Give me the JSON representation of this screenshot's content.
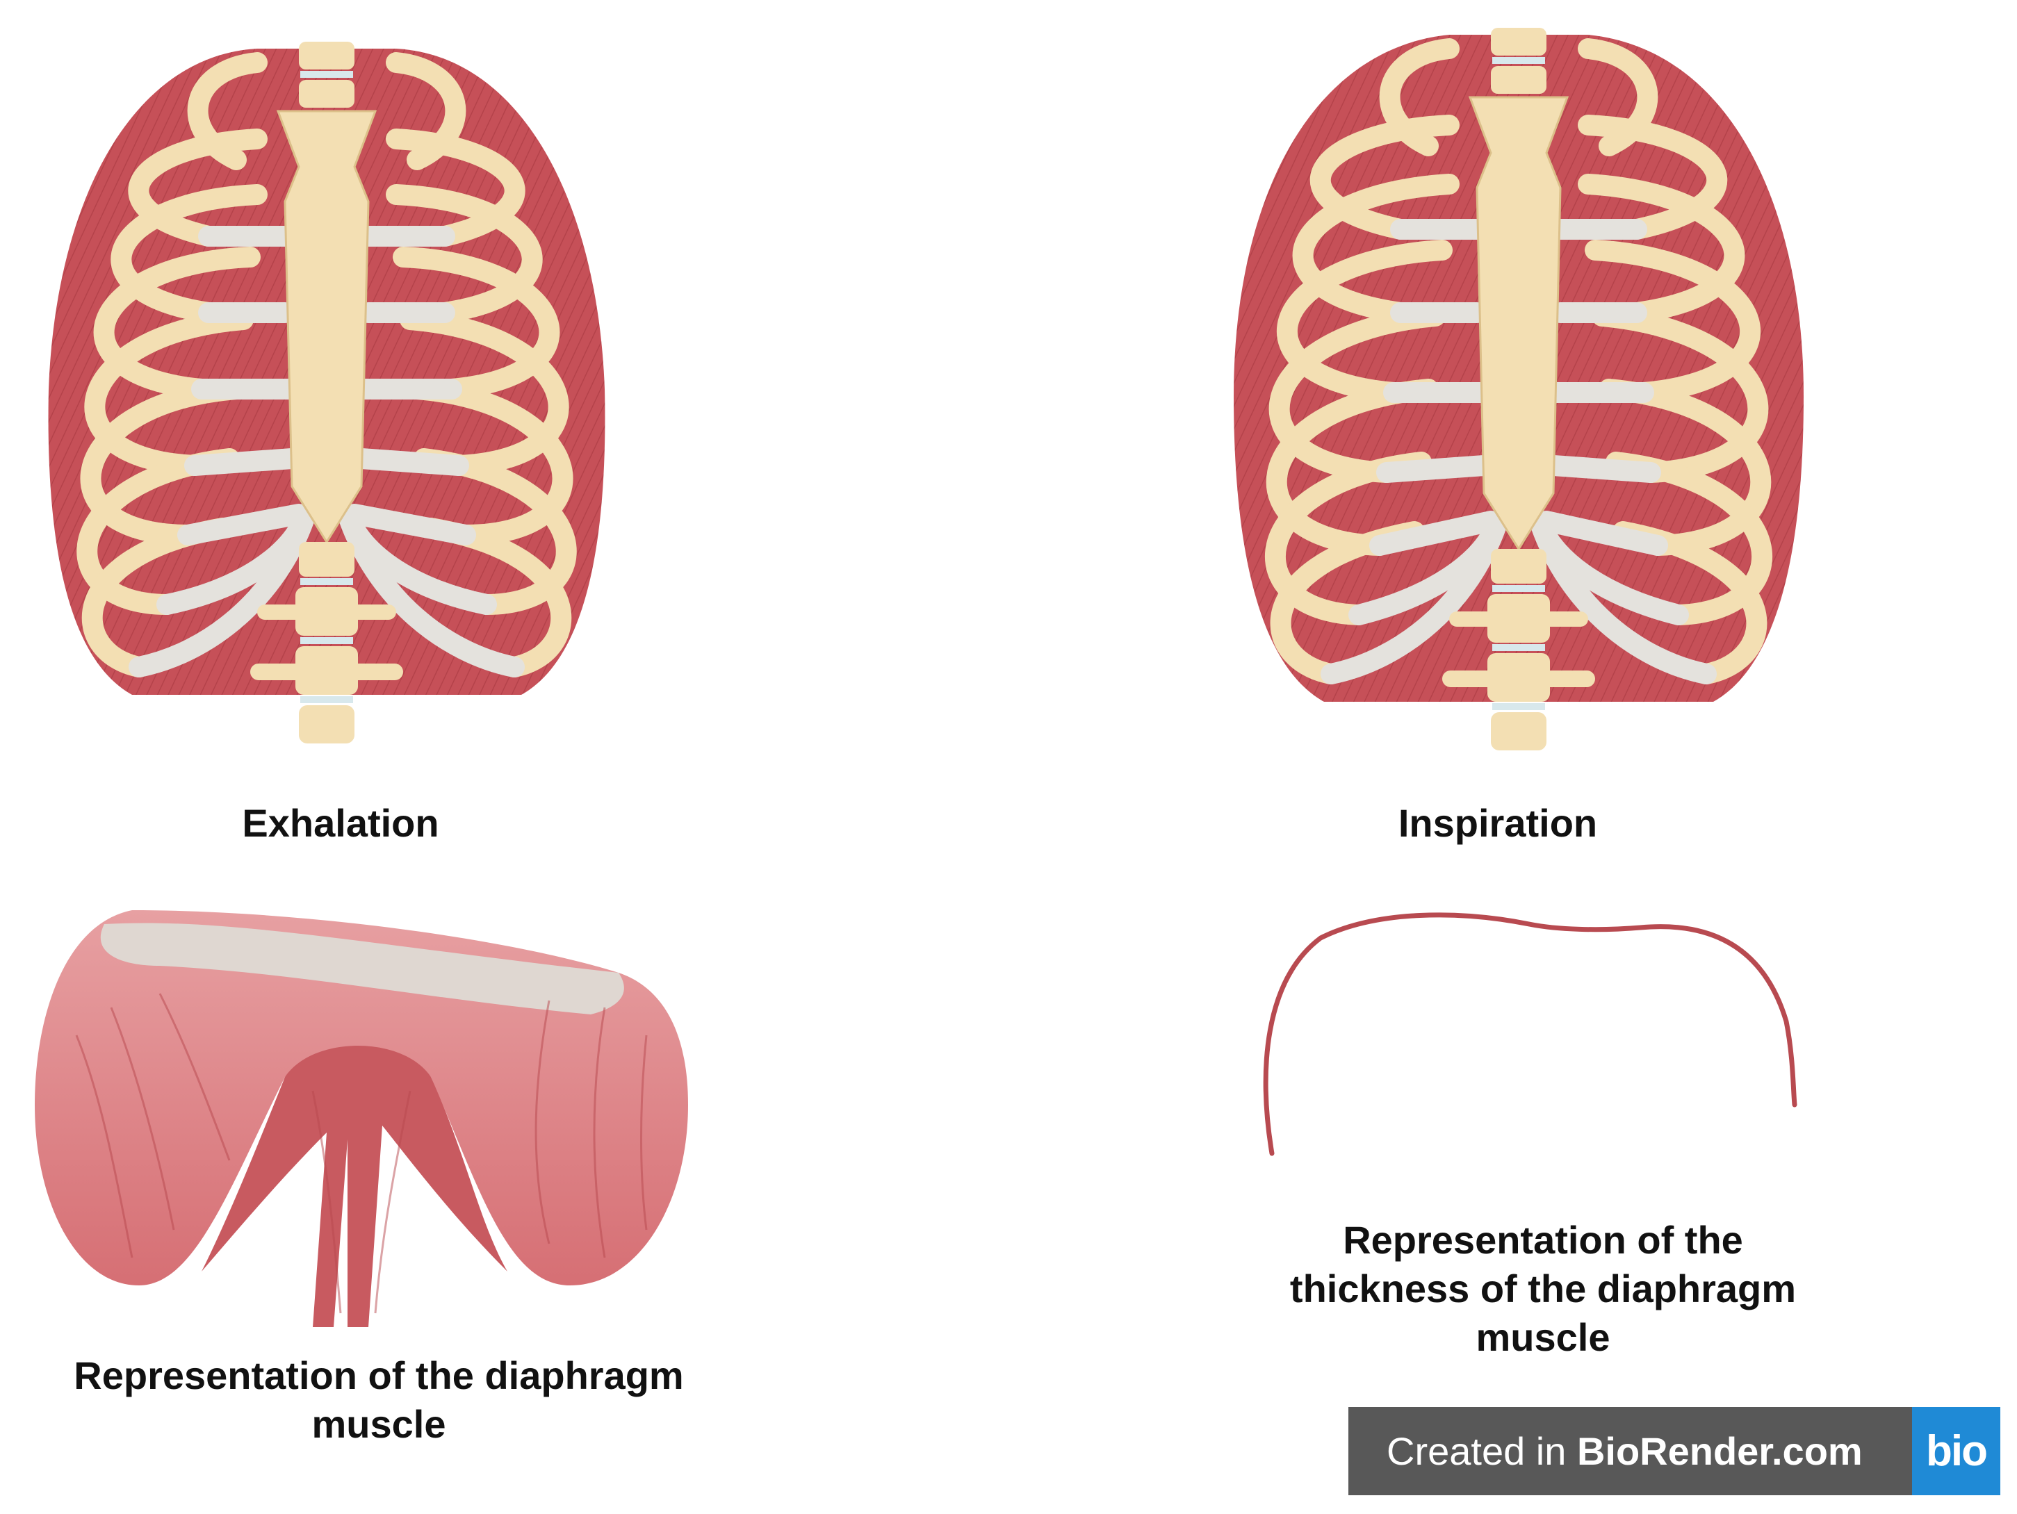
{
  "panels": {
    "exhalation": {
      "label": "Exhalation"
    },
    "inspiration": {
      "label": "Inspiration"
    },
    "diaphragm": {
      "label_line1": "Representation of the diaphragm",
      "label_line2": "muscle"
    },
    "thickness": {
      "label_line1": "Representation of the",
      "label_line2": "thickness of the diaphragm",
      "label_line3": "muscle"
    }
  },
  "watermark": {
    "prefix": "Created in ",
    "brand": "BioRender.com",
    "logo_text": "bio"
  },
  "colors": {
    "bone": "#f3dfb3",
    "bone_outline": "#dcc08a",
    "cartilage": "#e4e2dd",
    "muscle": "#c65058",
    "muscle_dark": "#a83840",
    "diaphragm": "#d97b7f",
    "tendon": "#dedad4",
    "badge_bg": "#585858",
    "logo_bg": "#1f8ad6"
  }
}
